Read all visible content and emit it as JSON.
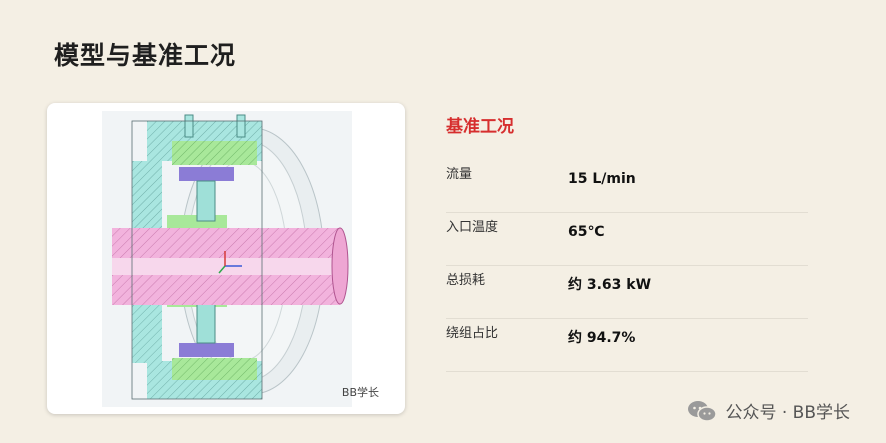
{
  "page": {
    "title": "模型与基准工况"
  },
  "model_image": {
    "watermark": "BB学长"
  },
  "conditions": {
    "title": "基准工况",
    "rows": [
      {
        "label": "流量",
        "value": "15 L/min"
      },
      {
        "label": "入口温度",
        "value": "65℃"
      },
      {
        "label": "总损耗",
        "value": "约 3.63 kW"
      },
      {
        "label": "绕组占比",
        "value": "约 94.7%"
      }
    ]
  },
  "footer": {
    "text": "公众号 · BB学长",
    "icon": "wechat-icon"
  },
  "colors": {
    "accent_red": "#d62e2e",
    "background": "#f4efe4",
    "housing_cyan": "#a9e6e0",
    "rotor_green": "#a8e89a",
    "shaft_pink": "#f2b3dd",
    "magnet_purple": "#8b7cd6"
  }
}
